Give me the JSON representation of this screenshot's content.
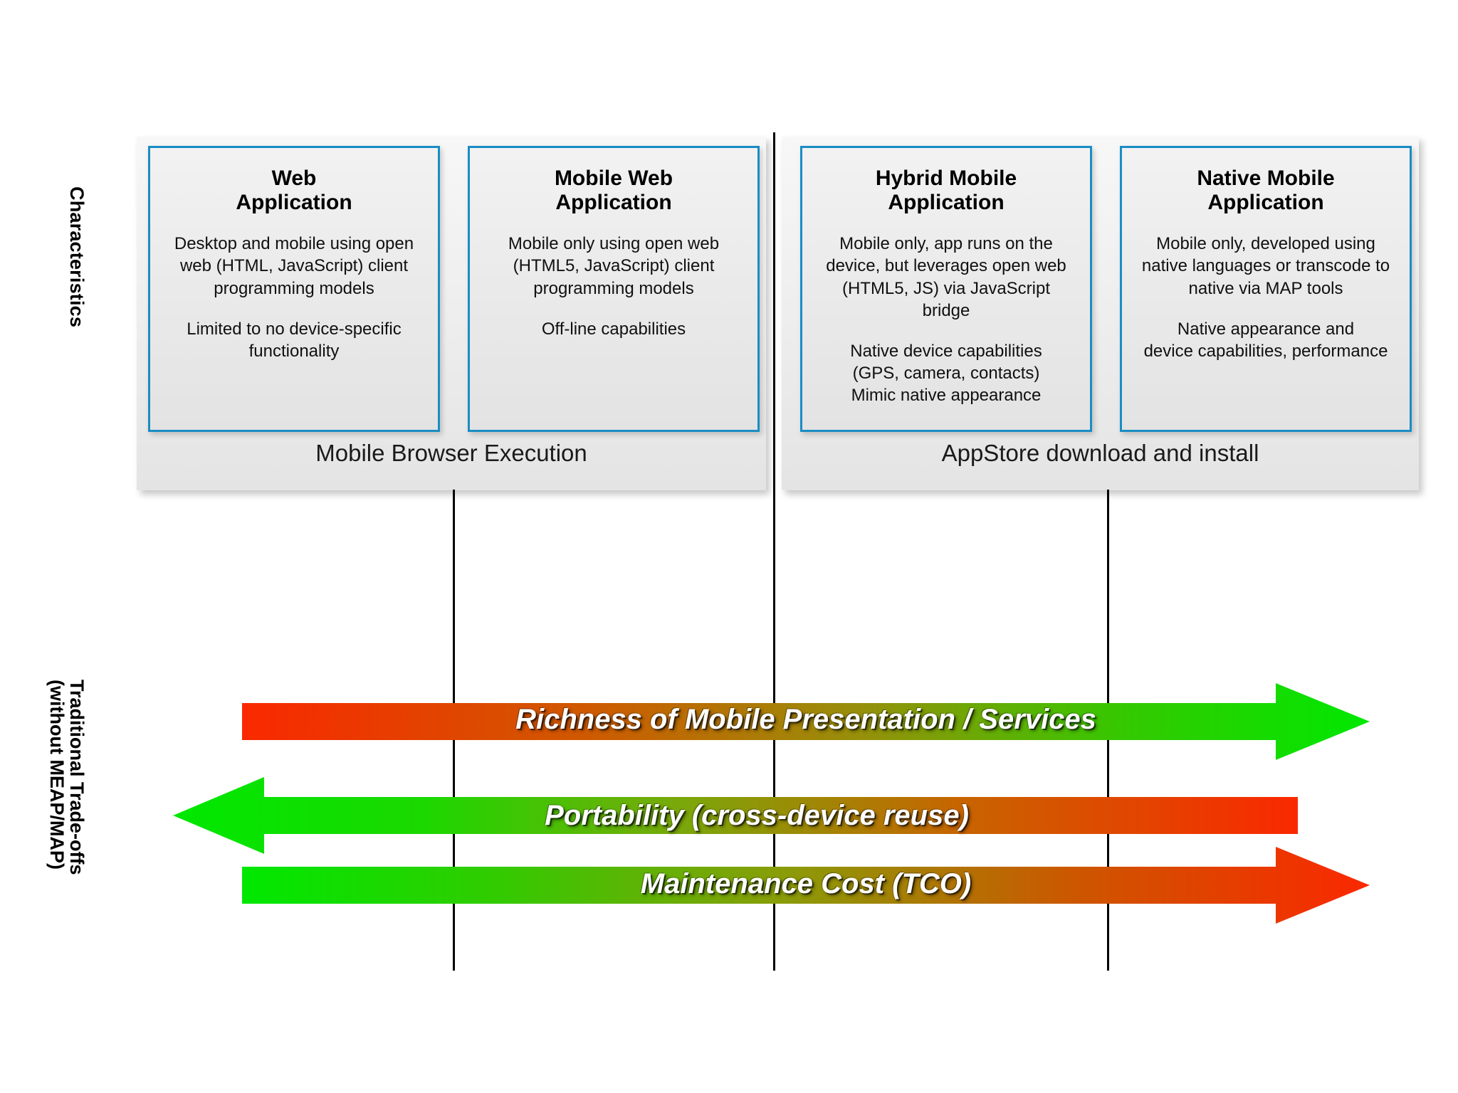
{
  "axis_labels": {
    "characteristics": "Characteristics",
    "tradeoffs_line1": "Traditional Trade-offs",
    "tradeoffs_line2": "(without MEAP/MAP)"
  },
  "groups": [
    {
      "id": "browser",
      "caption": "Mobile Browser Execution",
      "cards": [
        {
          "title": "Web\nApplication",
          "paragraphs": [
            "Desktop and mobile using open\nweb (HTML, JavaScript) client\nprogramming models",
            "Limited to no device-specific\nfunctionality"
          ]
        },
        {
          "title": "Mobile Web\nApplication",
          "paragraphs": [
            "Mobile only using open web\n(HTML5, JavaScript) client\nprogramming models",
            "Off-line capabilities"
          ]
        }
      ]
    },
    {
      "id": "appstore",
      "caption": "AppStore download and install",
      "cards": [
        {
          "title": "Hybrid Mobile\nApplication",
          "paragraphs": [
            "Mobile only, app runs on the\ndevice, but leverages open web\n(HTML5, JS) via JavaScript\nbridge",
            "Native device capabilities\n(GPS, camera, contacts)\nMimic native appearance"
          ]
        },
        {
          "title": "Native Mobile\nApplication",
          "paragraphs": [
            "Mobile only, developed using\nnative languages or transcode to\nnative via MAP tools",
            "Native appearance and\ndevice capabilities, performance"
          ]
        }
      ]
    }
  ],
  "tradeoff_arrows": [
    {
      "id": "richness",
      "label": "Richness of Mobile Presentation / Services",
      "direction": "right",
      "start_color": "#fa2800",
      "end_color": "#00e800",
      "meaning": "low at Web Application, high at Native Mobile Application"
    },
    {
      "id": "portability",
      "label": "Portability (cross-device reuse)",
      "direction": "left",
      "start_color": "#00e800",
      "end_color": "#fa2800",
      "meaning": "high at Web Application, low at Native Mobile Application"
    },
    {
      "id": "tco",
      "label": "Maintenance Cost (TCO)",
      "direction": "right",
      "start_color": "#00e800",
      "end_color": "#fa2800",
      "meaning": "low at Web Application, high at Native Mobile Application"
    }
  ],
  "colors": {
    "card_border": "#1a8dc4",
    "group_background": "#ededed",
    "card_background": "#eaeaea",
    "divider": "#000000",
    "text": "#000000",
    "arrow_text": "#ffffff"
  }
}
